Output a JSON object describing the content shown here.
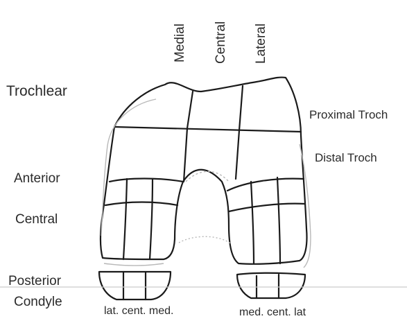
{
  "column_labels": {
    "medial": "Medial",
    "central": "Central",
    "lateral": "Lateral"
  },
  "left_labels": {
    "trochlear": "Trochlear",
    "anterior": "Anterior",
    "central": "Central",
    "posterior": "Posterior",
    "condyle": "Condyle"
  },
  "right_labels": {
    "proximal_troch": "Proximal Troch",
    "distal_troch": "Distal Troch"
  },
  "bottom_labels": {
    "left": "lat. cent. med.",
    "right": "med. cent. lat"
  }
}
